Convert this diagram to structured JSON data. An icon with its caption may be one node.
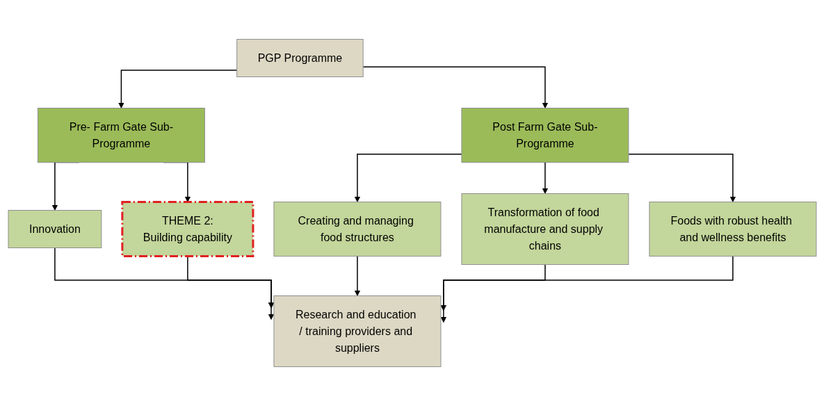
{
  "diagram": {
    "nodes": [
      {
        "text": [
          "PGP Programme"
        ]
      },
      {
        "text": [
          "Pre- Farm Gate Sub-Programme"
        ]
      },
      {
        "text": [
          "Post Farm Gate Sub-Programme"
        ]
      },
      {
        "text": [
          "Innovation"
        ]
      },
      {
        "text": [
          "THEME 2:",
          "Building capability"
        ]
      },
      {
        "text": [
          "Creating and managing food structures"
        ]
      },
      {
        "text": [
          "Transformation of food manufacture and supply chains"
        ]
      },
      {
        "text": [
          "Foods with robust health and wellness benefits"
        ]
      },
      {
        "text": [
          "Research and education / training providers and suppliers"
        ]
      }
    ],
    "edges": [
      {
        "from": 0,
        "to": 1,
        "arrow": "to"
      },
      {
        "from": 0,
        "to": 2,
        "arrow": "to"
      },
      {
        "from": 1,
        "to": 3,
        "arrow": "to"
      },
      {
        "from": 1,
        "to": 4,
        "arrow": "to"
      },
      {
        "from": 2,
        "to": 5,
        "arrow": "to"
      },
      {
        "from": 2,
        "to": 6,
        "arrow": "to"
      },
      {
        "from": 2,
        "to": 7,
        "arrow": "to"
      },
      {
        "from": 3,
        "to": 8,
        "arrow": "to"
      },
      {
        "from": 4,
        "to": 8,
        "arrow": "to"
      },
      {
        "from": 5,
        "to": 8,
        "arrow": "to"
      },
      {
        "from": 6,
        "to": 8,
        "arrow": "to"
      },
      {
        "from": 7,
        "to": 8,
        "arrow": "to"
      }
    ]
  }
}
